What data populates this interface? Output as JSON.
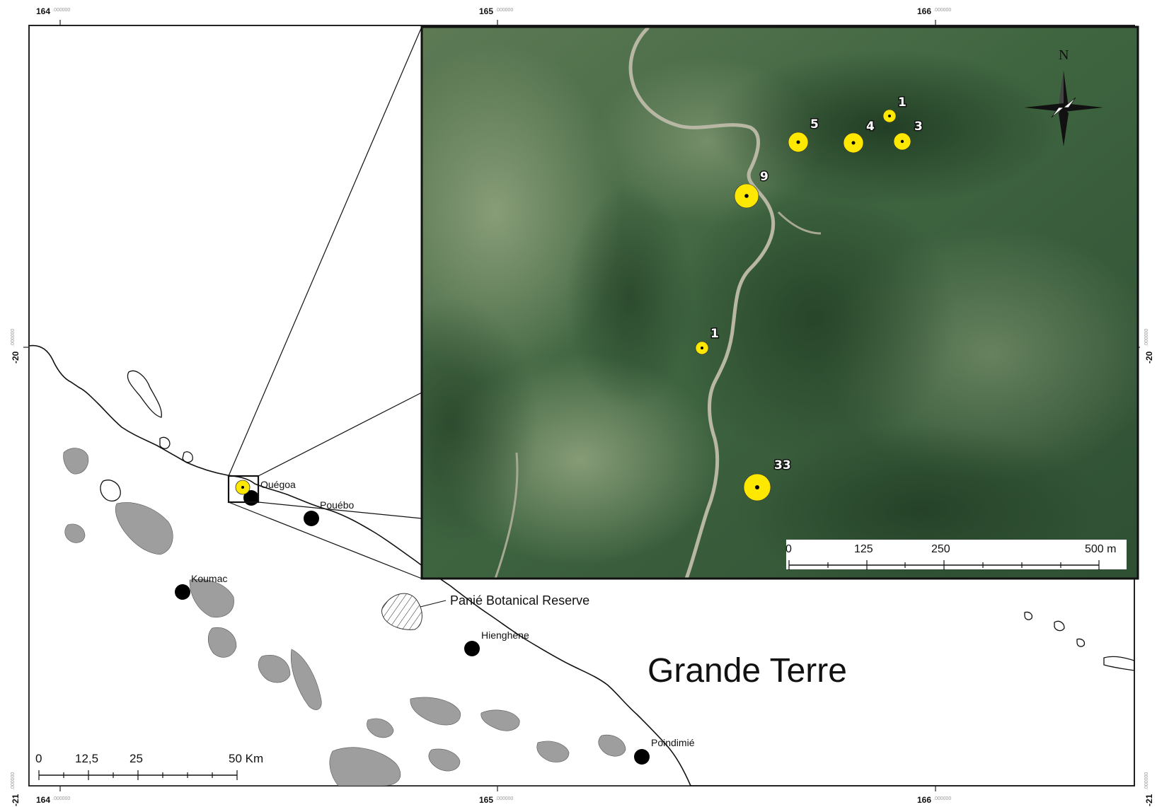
{
  "graticule": {
    "top_labels": [
      "164",
      "165",
      "166"
    ],
    "bottom_labels": [
      "164",
      "165",
      "166"
    ],
    "left_labels": [
      "-20",
      "-21"
    ],
    "right_labels": [
      "-20",
      "-21"
    ],
    "decimal_suffix": ".000000"
  },
  "towns": [
    {
      "name": "Ouégoa"
    },
    {
      "name": "Pouébo"
    },
    {
      "name": "Koumac"
    },
    {
      "name": "Hienghène"
    },
    {
      "name": "Poindimié"
    }
  ],
  "reserve_label": "Panié Botanical Reserve",
  "island_label": "Grande Terre",
  "main_scale": {
    "labels": [
      "0",
      "12,5",
      "25",
      "50 Km"
    ]
  },
  "inset_scale": {
    "labels": [
      "0",
      "125",
      "250",
      "500 m"
    ]
  },
  "north_arrow": {
    "label": "N"
  },
  "sites": [
    {
      "count": "1"
    },
    {
      "count": "5"
    },
    {
      "count": "4"
    },
    {
      "count": "3"
    },
    {
      "count": "9"
    },
    {
      "count": "1"
    },
    {
      "count": "33"
    }
  ],
  "colors": {
    "site_fill": "#ffe800",
    "town_fill": "#000000",
    "ultramafic": "#9e9e9e",
    "inset_forest": "#3a5a38"
  }
}
